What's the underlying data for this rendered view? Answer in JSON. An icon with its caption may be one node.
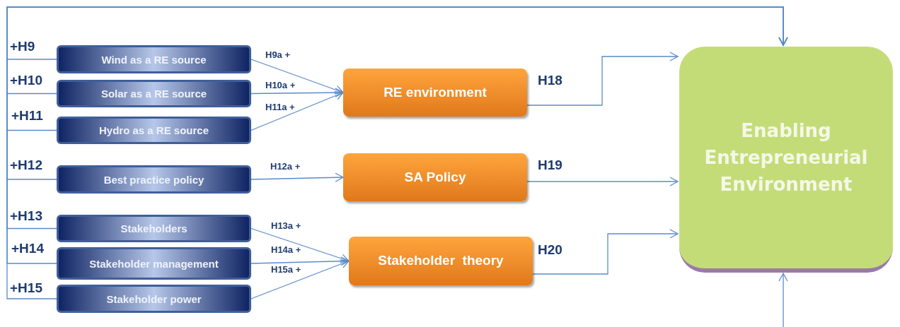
{
  "diagram": {
    "nodes": [
      {
        "text": [
          "Wind as a RE source"
        ]
      },
      {
        "text": [
          "Solar as a RE source"
        ]
      },
      {
        "text": [
          "Hydro as a RE source"
        ]
      },
      {
        "text": [
          "Best practice policy"
        ]
      },
      {
        "text": [
          "Stakeholders"
        ]
      },
      {
        "text": [
          "Stakeholder management"
        ]
      },
      {
        "text": [
          "Stakeholder power"
        ]
      },
      {
        "text": [
          "RE environment"
        ]
      },
      {
        "text": [
          "SA Policy"
        ]
      },
      {
        "text": [
          "Stakeholder  theory"
        ]
      },
      {
        "text": [
          "Enabling Entrepreneurial Environment"
        ]
      }
    ],
    "edges": [
      {
        "from": 0,
        "to": 10,
        "arrow": "to",
        "label": "+H9"
      },
      {
        "from": 1,
        "to": 10,
        "arrow": "to",
        "label": "+H10"
      },
      {
        "from": 2,
        "to": 10,
        "arrow": "to",
        "label": "+H11"
      },
      {
        "from": 3,
        "to": 10,
        "arrow": "to",
        "label": "+H12"
      },
      {
        "from": 4,
        "to": 10,
        "arrow": "to",
        "label": "+H13"
      },
      {
        "from": 5,
        "to": 10,
        "arrow": "to",
        "label": "+H14"
      },
      {
        "from": 6,
        "to": 10,
        "arrow": "to",
        "label": "+H15"
      },
      {
        "from": 0,
        "to": 7,
        "arrow": "to",
        "label": "H9a +"
      },
      {
        "from": 1,
        "to": 7,
        "arrow": "to",
        "label": "H10a +"
      },
      {
        "from": 2,
        "to": 7,
        "arrow": "to",
        "label": "H11a +"
      },
      {
        "from": 3,
        "to": 8,
        "arrow": "to",
        "label": "H12a +"
      },
      {
        "from": 4,
        "to": 9,
        "arrow": "to",
        "label": "H13a +"
      },
      {
        "from": 5,
        "to": 9,
        "arrow": "to",
        "label": "H14a +"
      },
      {
        "from": 6,
        "to": 9,
        "arrow": "to",
        "label": "H15a +"
      },
      {
        "from": 7,
        "to": 10,
        "arrow": "to",
        "label": "H18"
      },
      {
        "from": 8,
        "to": 10,
        "arrow": "to",
        "label": "H19"
      },
      {
        "from": 9,
        "to": 10,
        "arrow": "to",
        "label": "H20"
      },
      {
        "from": null,
        "to": 10,
        "arrow": "to"
      }
    ]
  }
}
